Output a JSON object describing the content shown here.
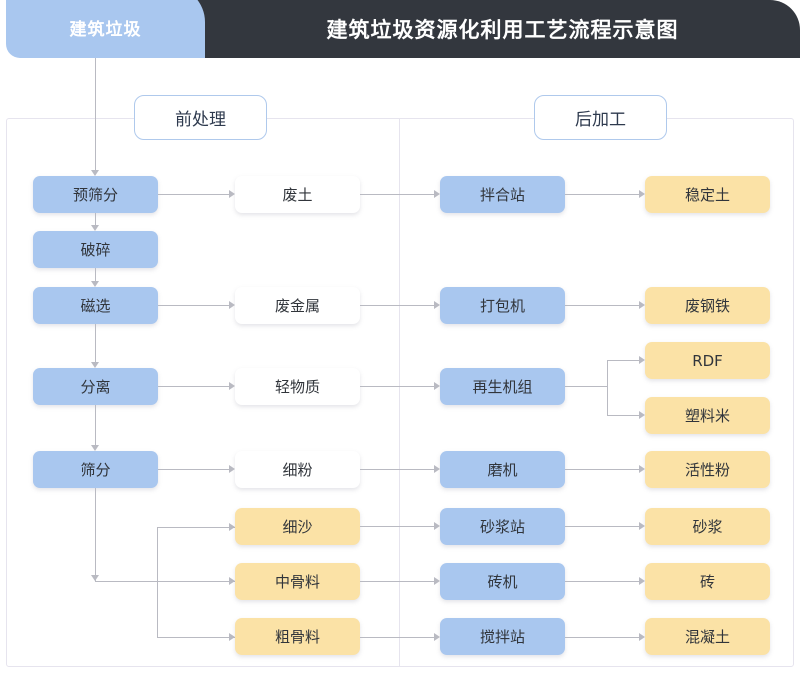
{
  "header": {
    "tab_label": "建筑垃圾",
    "title": "建筑垃圾资源化利用工艺流程示意图",
    "bar_color": "#33373E",
    "tab_color": "#A9C7EF"
  },
  "sections": {
    "pre": "前处理",
    "post": "后加工"
  },
  "palette": {
    "process_blue": "#A9C7EF",
    "product_yellow": "#FBE2A6",
    "intermediate_white": "#FFFFFF",
    "connector_gray": "#B9BAC2",
    "frame_border": "#E6E4EE"
  },
  "nodes": {
    "pre_process": [
      {
        "id": "yushaifen",
        "label": "预筛分"
      },
      {
        "id": "posui",
        "label": "破碎"
      },
      {
        "id": "cixuan",
        "label": "磁选"
      },
      {
        "id": "fenli",
        "label": "分离"
      },
      {
        "id": "shaifen",
        "label": "筛分"
      }
    ],
    "intermediates": [
      {
        "id": "feitu",
        "label": "废土"
      },
      {
        "id": "feijinshu",
        "label": "废金属"
      },
      {
        "id": "qingwuzhi",
        "label": "轻物质"
      },
      {
        "id": "xifen",
        "label": "细粉"
      },
      {
        "id": "xisha",
        "label": "细沙"
      },
      {
        "id": "zhonggu",
        "label": "中骨料"
      },
      {
        "id": "cugu",
        "label": "粗骨料"
      }
    ],
    "post_process": [
      {
        "id": "banhezhan",
        "label": "拌合站"
      },
      {
        "id": "dabaoji",
        "label": "打包机"
      },
      {
        "id": "zaishengjz",
        "label": "再生机组"
      },
      {
        "id": "moji",
        "label": "磨机"
      },
      {
        "id": "shajiangz",
        "label": "砂浆站"
      },
      {
        "id": "zhuanji",
        "label": "砖机"
      },
      {
        "id": "jiaobanz",
        "label": "搅拌站"
      }
    ],
    "products": [
      {
        "id": "wendingtu",
        "label": "稳定土"
      },
      {
        "id": "feigangtie",
        "label": "废钢铁"
      },
      {
        "id": "rdf",
        "label": "RDF"
      },
      {
        "id": "suliaomi",
        "label": "塑料米"
      },
      {
        "id": "huoxingfen",
        "label": "活性粉"
      },
      {
        "id": "shajiang",
        "label": "砂浆"
      },
      {
        "id": "zhuan",
        "label": "砖"
      },
      {
        "id": "hunningtu",
        "label": "混凝土"
      }
    ]
  }
}
